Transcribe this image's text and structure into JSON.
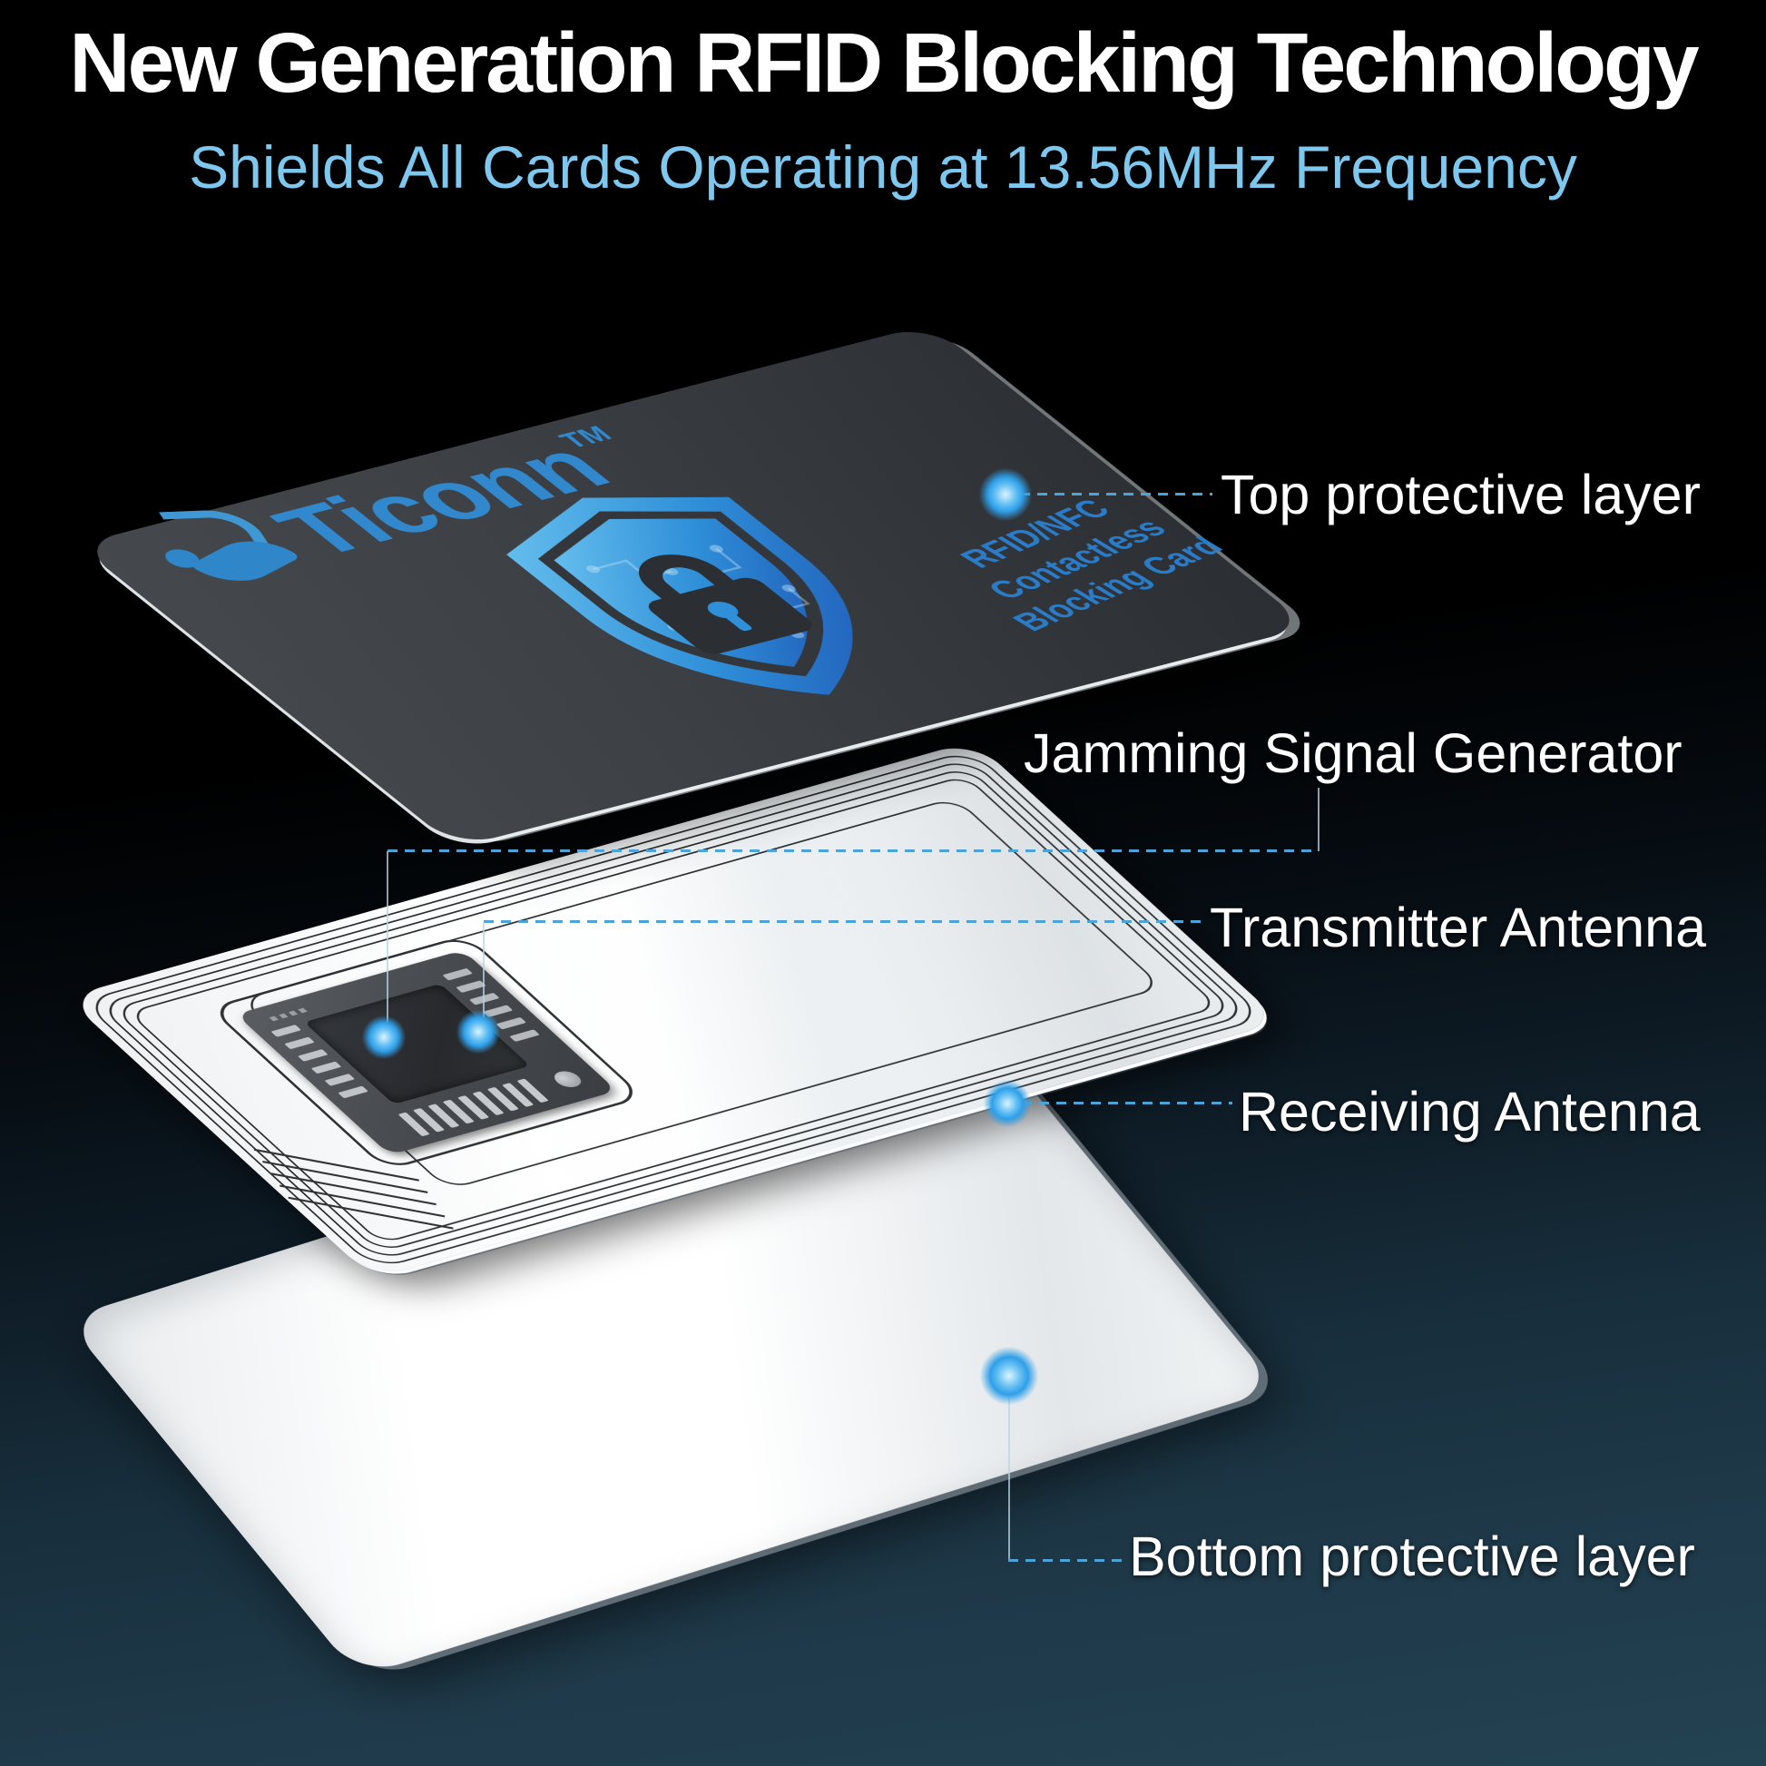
{
  "header": {
    "title": "New Generation RFID Blocking Technology",
    "subtitle": "Shields All Cards Operating at 13.56MHz Frequency"
  },
  "brand": {
    "name": "Ticonn",
    "tm": "TM",
    "card_side_text": [
      "RFID/NFC",
      "Contactless",
      "Blocking Card"
    ]
  },
  "callouts": {
    "top_layer": "Top protective layer",
    "jamming": "Jamming Signal Generator",
    "transmitter": "Transmitter Antenna",
    "receiving": "Receiving Antenna",
    "bottom_layer": "Bottom protective layer"
  },
  "icons": {
    "shield": "shield-lock-icon",
    "logo_mark": "person-figure-icon",
    "chip": "rfid-chip"
  },
  "colors": {
    "background_top": "#000000",
    "background_bottom": "#234252",
    "title_white": "#ffffff",
    "subtitle_blue": "#7ec8ef",
    "brand_blue": "#3188cc",
    "shield_blue_light": "#6cc4f0",
    "shield_blue_dark": "#1c50b0",
    "card_dark": "#3a3e42",
    "card_white": "#ffffff",
    "connector_blue": "#4da3d8",
    "glow_blue": "#2f9fe8",
    "trace_dark": "#2c2f32"
  }
}
